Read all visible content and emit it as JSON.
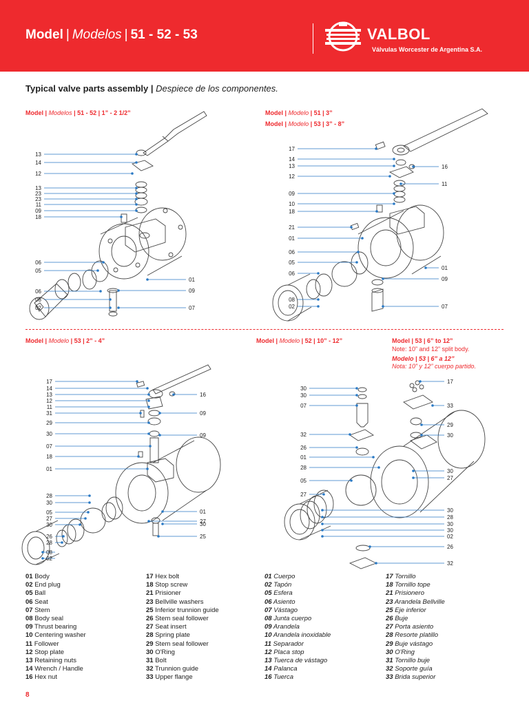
{
  "header": {
    "title_bold": "Model",
    "title_sep1": "|",
    "title_italic": "Modelos",
    "title_sep2": "|",
    "title_models": "51 - 52 - 53",
    "brand": "VALBOL",
    "brand_sub": "Válvulas Worcester de Argentina S.A.",
    "bg_color": "#ee2a2e"
  },
  "section": {
    "title_bold": "Typical valve parts assembly |",
    "title_italic": "Despiece de los componentes."
  },
  "diagrams": {
    "d1": {
      "label_model": "Model",
      "label_sep": "|",
      "label_italic": "Modelos",
      "label_rest": "| 51 - 52 | 1” - 2 1/2”",
      "left_callouts": [
        "13",
        "14",
        "12",
        "13",
        "23",
        "23",
        "11",
        "09",
        "18",
        "06",
        "05",
        "06",
        "08",
        "02"
      ],
      "right_callouts": [
        "01",
        "09",
        "07"
      ]
    },
    "d2": {
      "label1_model": "Model",
      "label1_sep": "|",
      "label1_italic": "Modelo",
      "label1_rest": "| 51 | 3”",
      "label2_model": "Model",
      "label2_sep": "|",
      "label2_italic": "Modelo",
      "label2_rest": "| 53 | 3” - 8”",
      "left_callouts": [
        "17",
        "14",
        "13",
        "12",
        "09",
        "10",
        "18",
        "21",
        "01",
        "06",
        "05",
        "06",
        "08",
        "02"
      ],
      "right_callouts": [
        "16",
        "11",
        "01",
        "09",
        "07"
      ]
    },
    "d3": {
      "label_model": "Model",
      "label_sep": "|",
      "label_italic": "Modelo",
      "label_rest": "| 53 | 2” - 4”",
      "left_callouts": [
        "17",
        "14",
        "13",
        "12",
        "11",
        "31",
        "29",
        "30",
        "07",
        "18",
        "01",
        "28",
        "30",
        "05",
        "27",
        "30",
        "26",
        "28",
        "08",
        "02"
      ],
      "right_callouts": [
        "16",
        "09",
        "09",
        "01",
        "27",
        "30",
        "25"
      ]
    },
    "d4": {
      "label_model": "Model",
      "label_sep": "|",
      "label_italic": "Modelo",
      "label_rest": "| 52 | 10” - 12”",
      "left_callouts": [
        "30",
        "30",
        "07",
        "32",
        "26",
        "01",
        "28",
        "05",
        "27"
      ],
      "right_callouts": [
        "17",
        "33",
        "29",
        "30",
        "30",
        "27",
        "30",
        "28",
        "30",
        "30",
        "02",
        "26",
        "32"
      ]
    },
    "d5": {
      "label_en": "Model | 53 | 6” to 12”",
      "note_en": "Note: 10” and 12” split body.",
      "label_es": "Modelo | 53 | 6” a 12”",
      "note_es": "Nota: 10” y 12” cuerpo partido."
    }
  },
  "legend": {
    "col1": [
      {
        "num": "01",
        "text": "Body"
      },
      {
        "num": "02",
        "text": "End plug"
      },
      {
        "num": "05",
        "text": "Ball"
      },
      {
        "num": "06",
        "text": "Seat"
      },
      {
        "num": "07",
        "text": "Stem"
      },
      {
        "num": "08",
        "text": "Body seal"
      },
      {
        "num": "09",
        "text": "Thrust bearing"
      },
      {
        "num": "10",
        "text": "Centering washer"
      },
      {
        "num": "11",
        "text": "Follower"
      },
      {
        "num": "12",
        "text": "Stop plate"
      },
      {
        "num": "13",
        "text": "Retaining nuts"
      },
      {
        "num": "14",
        "text": "Wrench / Handle"
      },
      {
        "num": "16",
        "text": "Hex nut"
      }
    ],
    "col2": [
      {
        "num": "17",
        "text": "Hex bolt"
      },
      {
        "num": "18",
        "text": "Stop screw"
      },
      {
        "num": "21",
        "text": "Prisioner"
      },
      {
        "num": "23",
        "text": "Bellville washers"
      },
      {
        "num": "25",
        "text": "Inferior trunnion guide"
      },
      {
        "num": "26",
        "text": "Stem seal follower"
      },
      {
        "num": "27",
        "text": "Seat insert"
      },
      {
        "num": "28",
        "text": "Spring plate"
      },
      {
        "num": "29",
        "text": "Stem seal follower"
      },
      {
        "num": "30",
        "text": "O'Ring"
      },
      {
        "num": "31",
        "text": "Bolt"
      },
      {
        "num": "32",
        "text": "Trunnion guide"
      },
      {
        "num": "33",
        "text": "Upper flange"
      }
    ],
    "col3": [
      {
        "num": "01",
        "text": "Cuerpo"
      },
      {
        "num": "02",
        "text": "Tapón"
      },
      {
        "num": "05",
        "text": "Esfera"
      },
      {
        "num": "06",
        "text": "Asiento"
      },
      {
        "num": "07",
        "text": "Vástago"
      },
      {
        "num": "08",
        "text": "Junta cuerpo"
      },
      {
        "num": "09",
        "text": "Arandela"
      },
      {
        "num": "10",
        "text": "Arandela inoxidable"
      },
      {
        "num": "11",
        "text": "Separador"
      },
      {
        "num": "12",
        "text": "Placa stop"
      },
      {
        "num": "13",
        "text": "Tuerca de vástago"
      },
      {
        "num": "14",
        "text": "Palanca"
      },
      {
        "num": "16",
        "text": "Tuerca"
      }
    ],
    "col4": [
      {
        "num": "17",
        "text": "Tornillo"
      },
      {
        "num": "18",
        "text": "Tornillo tope"
      },
      {
        "num": "21",
        "text": "Prisionero"
      },
      {
        "num": "23",
        "text": "Arandela Bellville"
      },
      {
        "num": "25",
        "text": "Eje inferior"
      },
      {
        "num": "26",
        "text": "Buje"
      },
      {
        "num": "27",
        "text": "Porta asiento"
      },
      {
        "num": "28",
        "text": "Resorte platillo"
      },
      {
        "num": "29",
        "text": "Buje vástago"
      },
      {
        "num": "30",
        "text": "O'Ring"
      },
      {
        "num": "31",
        "text": "Tornillo buje"
      },
      {
        "num": "32",
        "text": "Soporte guía"
      },
      {
        "num": "33",
        "text": "Brida superior"
      }
    ]
  },
  "page_number": "8",
  "colors": {
    "accent": "#ee2a2e",
    "leader_line": "#2a79c4",
    "drawing_stroke": "#444444"
  }
}
